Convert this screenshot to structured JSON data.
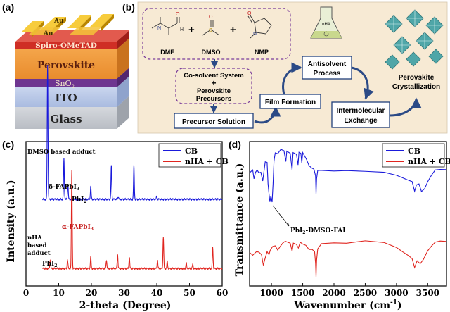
{
  "panels": {
    "a": {
      "tag": "(a)",
      "layers": {
        "au_top": "Au",
        "au_bottom": "Au",
        "htl": "Spiro-OMeTAD",
        "perovskite": "Perovskite",
        "etl_base": "SnO",
        "etl_sub": "2",
        "ito": "ITO",
        "glass": "Glass"
      },
      "colors": {
        "gold": "#e8b21a",
        "red": "#d3322a",
        "perovskite": "#f09a3b",
        "sno2": "#7b3f9b",
        "ito": "#b7c6e3",
        "glass": "#c7cbd1"
      }
    },
    "b": {
      "tag": "(b)",
      "molecules": [
        "DMF",
        "DMSO",
        "NMP"
      ],
      "steps": {
        "cosolvent_line1": "Co-solvent System",
        "plus": "+",
        "cosolvent_line2": "Perovskite",
        "cosolvent_line3": "Precursors",
        "precursor_solution": "Precursor Solution",
        "film_formation": "Film Formation",
        "antisolvent_line1": "Antisolvent",
        "antisolvent_line2": "Process",
        "intermolecular_line1": "Intermolecular",
        "intermolecular_line2": "Exchange",
        "crystallization_line1": "Perovskite",
        "crystallization_line2": "Crystallization",
        "flask_label": "nHA"
      },
      "colors": {
        "panel_bg": "#f6e9d3",
        "box_border": "#1f3f7a",
        "dashed": "#7a3c9a",
        "arrow": "#2b4a86",
        "octahedra": "#4fa6a8"
      }
    }
  },
  "chart_data": [
    {
      "type": "line",
      "tag": "(c)",
      "xlabel": "2-theta (Degree)",
      "ylabel": "Intensity (a.u.)",
      "xlim": [
        0,
        60
      ],
      "xticks": [
        0,
        10,
        20,
        30,
        40,
        50,
        60
      ],
      "yticks_shown": false,
      "legend_placement": "top-right",
      "series": [
        {
          "name": "CB",
          "color": "#1a1adb",
          "baseline": 0.6,
          "peaks": [
            [
              6.6,
              0.93
            ],
            [
              11.6,
              0.28
            ],
            [
              12.8,
              0.11
            ],
            [
              19.8,
              0.09
            ],
            [
              26.1,
              0.23
            ],
            [
              33.0,
              0.23
            ],
            [
              28.2,
              0.02
            ],
            [
              40.0,
              0.02
            ]
          ]
        },
        {
          "name": "nHA + CB",
          "color": "#e0251f",
          "baseline": 0.12,
          "peaks": [
            [
              7.4,
              0.06
            ],
            [
              12.7,
              0.06
            ],
            [
              14.0,
              0.68
            ],
            [
              19.8,
              0.08
            ],
            [
              24.6,
              0.06
            ],
            [
              28.0,
              0.1
            ],
            [
              31.6,
              0.08
            ],
            [
              40.2,
              0.06
            ],
            [
              42.0,
              0.22
            ],
            [
              43.2,
              0.05
            ],
            [
              49.0,
              0.04
            ],
            [
              51.0,
              0.03
            ],
            [
              57.1,
              0.15
            ]
          ]
        }
      ],
      "annotations": {
        "dmso_adduct": "DMSO based adduct",
        "delta_phase": "δ-FAPbI",
        "delta_sub": "3",
        "pbi2_top": "PbI",
        "pbi2_top_sub": "2",
        "alpha_phase": "α-FAPbI",
        "alpha_sub": "3",
        "nha_line1": "nHA",
        "nha_line2": "based",
        "nha_line3": "adduct",
        "pbi2_bottom": "PbI",
        "pbi2_bottom_sub": "2"
      }
    },
    {
      "type": "line",
      "tag": "(d)",
      "xlabel": "Wavenumber (cm",
      "xlabel_sup": "-1",
      "xlabel_end": ")",
      "ylabel": "Transmittance (a.u.)",
      "xlim": [
        650,
        3800
      ],
      "xticks": [
        1000,
        1500,
        2000,
        2500,
        3000,
        3500
      ],
      "yticks_shown": false,
      "legend_placement": "top-right",
      "series": [
        {
          "name": "CB",
          "color": "#1a1adb",
          "points": [
            [
              650,
              0.78
            ],
            [
              700,
              0.8
            ],
            [
              720,
              0.74
            ],
            [
              745,
              0.79
            ],
            [
              770,
              0.8
            ],
            [
              800,
              0.78
            ],
            [
              830,
              0.79
            ],
            [
              860,
              0.73
            ],
            [
              900,
              0.86
            ],
            [
              930,
              0.86
            ],
            [
              945,
              0.71
            ],
            [
              960,
              0.64
            ],
            [
              975,
              0.58
            ],
            [
              990,
              0.62
            ],
            [
              1010,
              0.58
            ],
            [
              1025,
              0.7
            ],
            [
              1040,
              0.86
            ],
            [
              1060,
              0.92
            ],
            [
              1100,
              0.92
            ],
            [
              1150,
              0.95
            ],
            [
              1200,
              0.94
            ],
            [
              1230,
              0.86
            ],
            [
              1245,
              0.93
            ],
            [
              1300,
              0.92
            ],
            [
              1330,
              0.8
            ],
            [
              1345,
              0.92
            ],
            [
              1400,
              0.91
            ],
            [
              1425,
              0.84
            ],
            [
              1440,
              0.93
            ],
            [
              1470,
              0.92
            ],
            [
              1485,
              0.85
            ],
            [
              1500,
              0.92
            ],
            [
              1560,
              0.88
            ],
            [
              1600,
              0.83
            ],
            [
              1640,
              0.82
            ],
            [
              1680,
              0.81
            ],
            [
              1705,
              0.76
            ],
            [
              1713,
              0.64
            ],
            [
              1722,
              0.74
            ],
            [
              1740,
              0.8
            ],
            [
              1800,
              0.8
            ],
            [
              2000,
              0.8
            ],
            [
              2200,
              0.8
            ],
            [
              2500,
              0.79
            ],
            [
              2800,
              0.79
            ],
            [
              3000,
              0.77
            ],
            [
              3100,
              0.75
            ],
            [
              3180,
              0.73
            ],
            [
              3250,
              0.72
            ],
            [
              3290,
              0.66
            ],
            [
              3320,
              0.7
            ],
            [
              3360,
              0.71
            ],
            [
              3400,
              0.65
            ],
            [
              3450,
              0.67
            ],
            [
              3500,
              0.72
            ],
            [
              3560,
              0.77
            ],
            [
              3620,
              0.8
            ],
            [
              3700,
              0.81
            ],
            [
              3800,
              0.81
            ]
          ]
        },
        {
          "name": "nHA + CB",
          "color": "#e0251f",
          "points": [
            [
              650,
              0.23
            ],
            [
              700,
              0.21
            ],
            [
              760,
              0.24
            ],
            [
              800,
              0.23
            ],
            [
              840,
              0.22
            ],
            [
              870,
              0.14
            ],
            [
              890,
              0.18
            ],
            [
              930,
              0.24
            ],
            [
              960,
              0.22
            ],
            [
              980,
              0.25
            ],
            [
              1020,
              0.27
            ],
            [
              1060,
              0.28
            ],
            [
              1100,
              0.25
            ],
            [
              1140,
              0.27
            ],
            [
              1180,
              0.3
            ],
            [
              1220,
              0.31
            ],
            [
              1260,
              0.3
            ],
            [
              1300,
              0.3
            ],
            [
              1330,
              0.24
            ],
            [
              1350,
              0.3
            ],
            [
              1400,
              0.29
            ],
            [
              1430,
              0.26
            ],
            [
              1460,
              0.3
            ],
            [
              1500,
              0.29
            ],
            [
              1550,
              0.28
            ],
            [
              1600,
              0.25
            ],
            [
              1650,
              0.25
            ],
            [
              1690,
              0.24
            ],
            [
              1705,
              0.16
            ],
            [
              1713,
              0.06
            ],
            [
              1722,
              0.18
            ],
            [
              1740,
              0.26
            ],
            [
              1800,
              0.29
            ],
            [
              2000,
              0.3
            ],
            [
              2200,
              0.3
            ],
            [
              2500,
              0.31
            ],
            [
              2800,
              0.3
            ],
            [
              3000,
              0.27
            ],
            [
              3100,
              0.24
            ],
            [
              3200,
              0.21
            ],
            [
              3250,
              0.19
            ],
            [
              3290,
              0.13
            ],
            [
              3330,
              0.17
            ],
            [
              3380,
              0.15
            ],
            [
              3430,
              0.18
            ],
            [
              3500,
              0.24
            ],
            [
              3560,
              0.28
            ],
            [
              3620,
              0.3
            ],
            [
              3700,
              0.31
            ],
            [
              3800,
              0.31
            ]
          ]
        }
      ],
      "annotations": {
        "peak_assignment": "PbI",
        "peak_sub": "2",
        "peak_rest": "-DMSO-FAI"
      }
    }
  ]
}
